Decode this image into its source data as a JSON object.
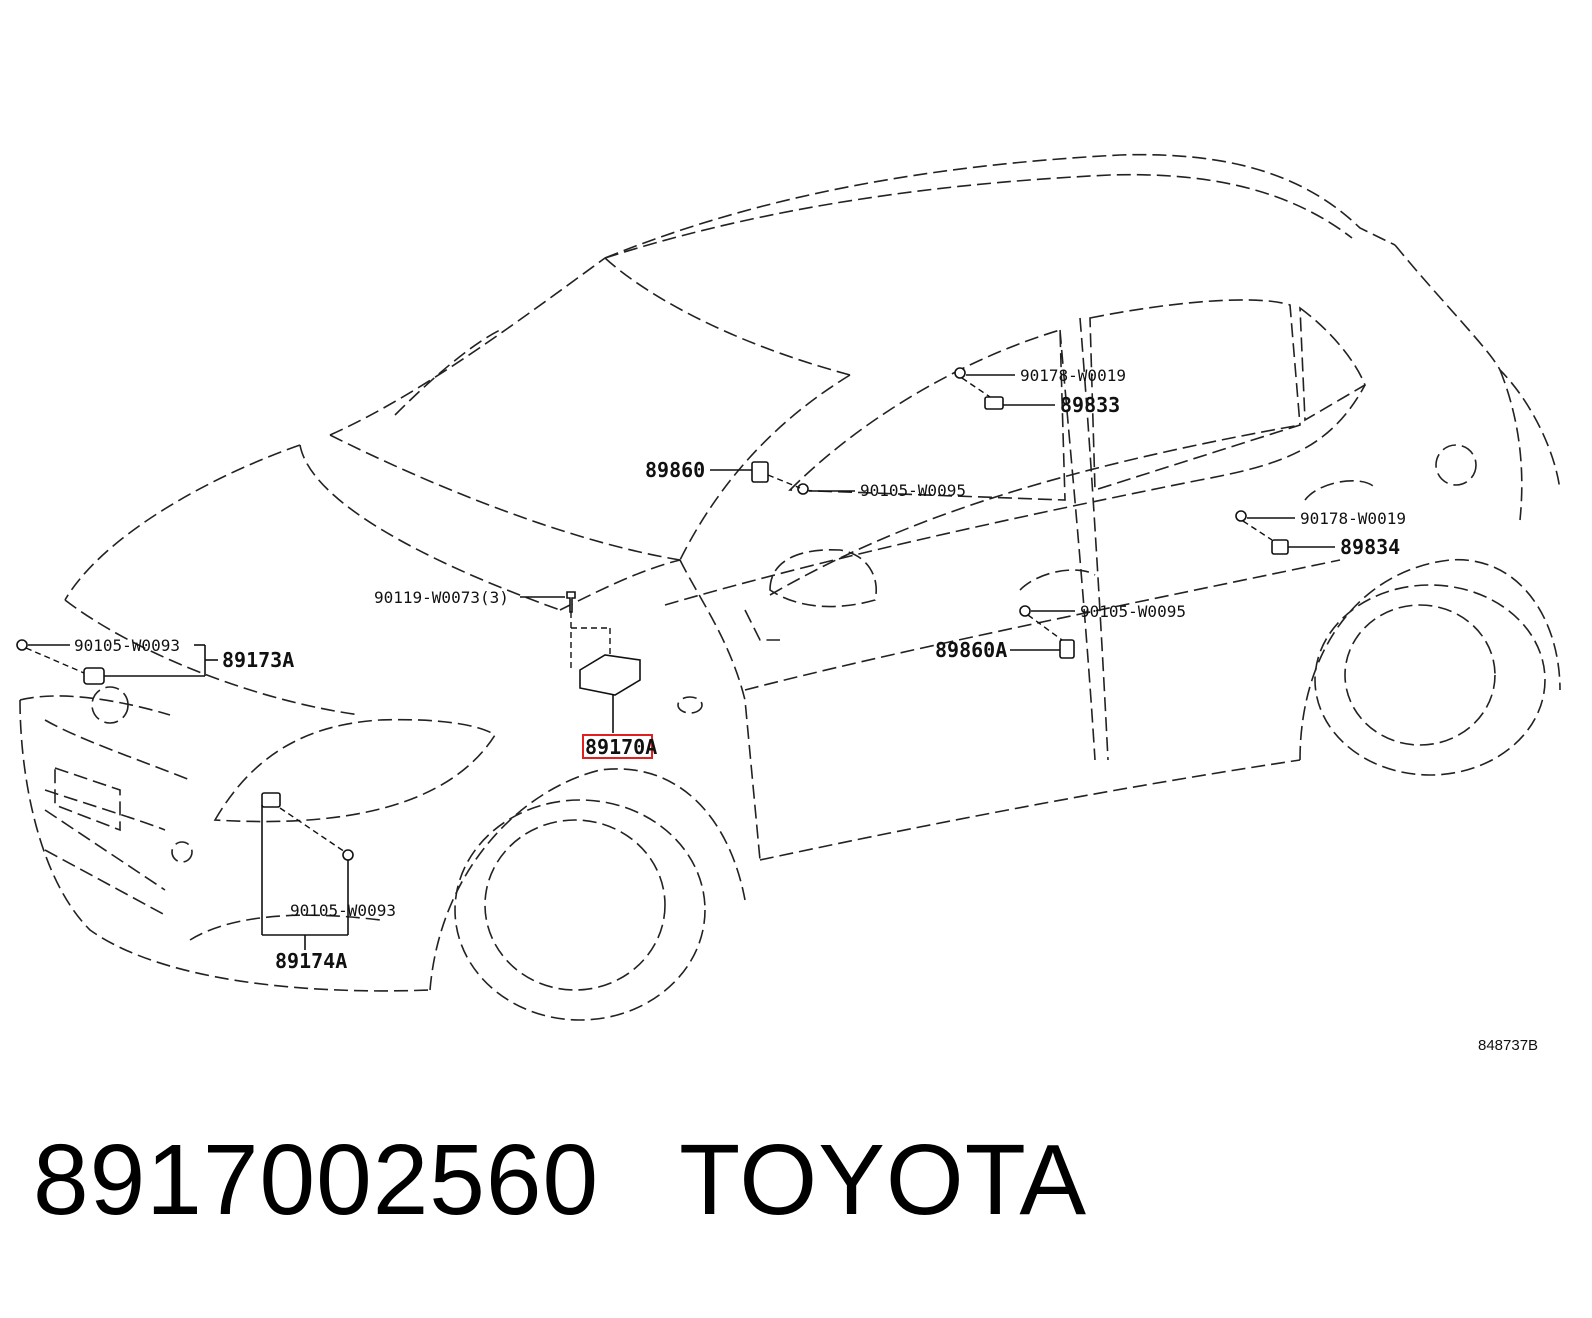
{
  "diagram": {
    "callouts": {
      "c_90178_w0019_a": "90178-W0019",
      "c_89833": "89833",
      "c_89860": "89860",
      "c_90105_w0095_a": "90105-W0095",
      "c_90178_w0019_b": "90178-W0019",
      "c_89834": "89834",
      "c_90119_w0073": "90119-W0073(3)",
      "c_90105_w0095_b": "90105-W0095",
      "c_89860a": "89860A",
      "c_90105_w0093_a": "90105-W0093",
      "c_89173a": "89173A",
      "c_89170a": "89170A",
      "c_90105_w0093_b": "90105-W0093",
      "c_89174a": "89174A"
    },
    "highlighted_callout": "89170A",
    "highlight_color": "#e02020",
    "reference_code": "848737B"
  },
  "caption": {
    "part_number": "8917002560",
    "brand": "TOYOTA"
  }
}
